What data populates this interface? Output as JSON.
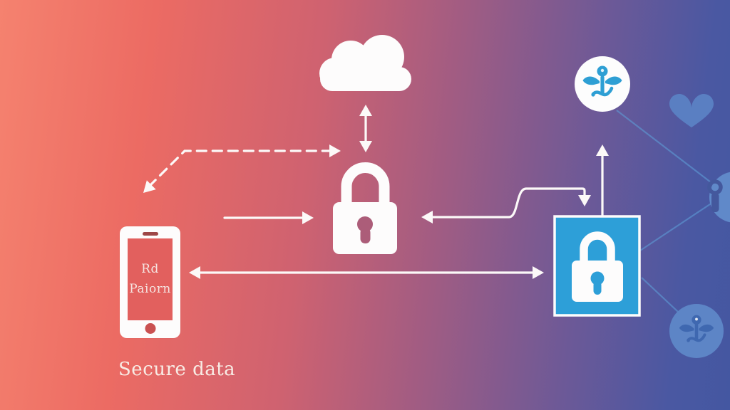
{
  "caption": "Secure data",
  "phone_screen": {
    "line1": "Rd",
    "line2": "Paiorn"
  },
  "icons": {
    "cloud": "cloud-icon",
    "central_lock": "padlock-icon",
    "vault_lock": "padlock-icon",
    "medical_badge": "caduceus-icon",
    "heart": "heart-icon",
    "profile_node": "keyhole-icon"
  },
  "colors": {
    "gradient_left": "#f5826f",
    "gradient_right": "#4457a1",
    "vault_blue": "#2d9fd8",
    "badge_icon_blue": "#2e9fd4",
    "network_icon_blue": "#3f68b0",
    "network_blue": "#5b82c4",
    "arrow_white": "#fcf9f8"
  }
}
